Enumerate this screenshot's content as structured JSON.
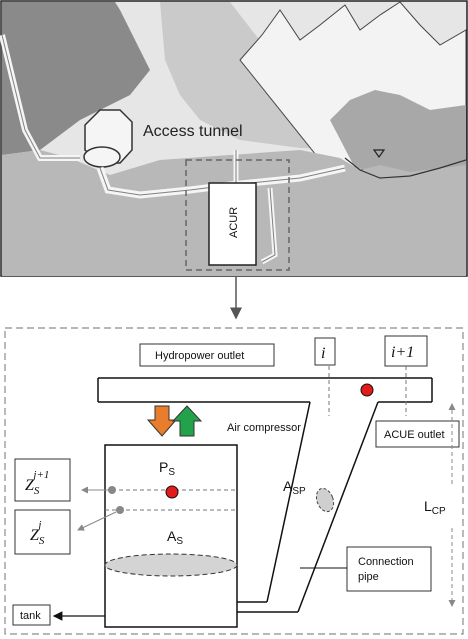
{
  "top_panel": {
    "access_tunnel": "Access tunnel",
    "acur": "ACUR"
  },
  "bottom_panel": {
    "hydropower_outlet": "Hydropower outlet",
    "section_i": "i",
    "section_i1": "i+1",
    "air_compressor": "Air compressor",
    "acue_outlet": "ACUE outlet",
    "ps_main": "P",
    "ps_sub": "S",
    "as_main": "A",
    "as_sub": "S",
    "asp_main": "A",
    "asp_sub": "SP",
    "lcp_main": "L",
    "lcp_sub": "CP",
    "zs_j1_main": "Z",
    "zs_j1_sub": "S",
    "zs_j1_sup": "j+1",
    "zs_j_main": "Z",
    "zs_j_sub": "S",
    "zs_j_sup": "j",
    "connection_pipe_line1": "Connection",
    "connection_pipe_line2": "pipe",
    "tank": "tank"
  },
  "colors": {
    "mountain_fill": "#8a8a8a",
    "sky_fill": "#e0e0e0",
    "marker_red": "#e31b1b",
    "arrow_orange": "#e87d2c",
    "arrow_green": "#22a34b",
    "dashed_gray": "#8c8c8c"
  }
}
